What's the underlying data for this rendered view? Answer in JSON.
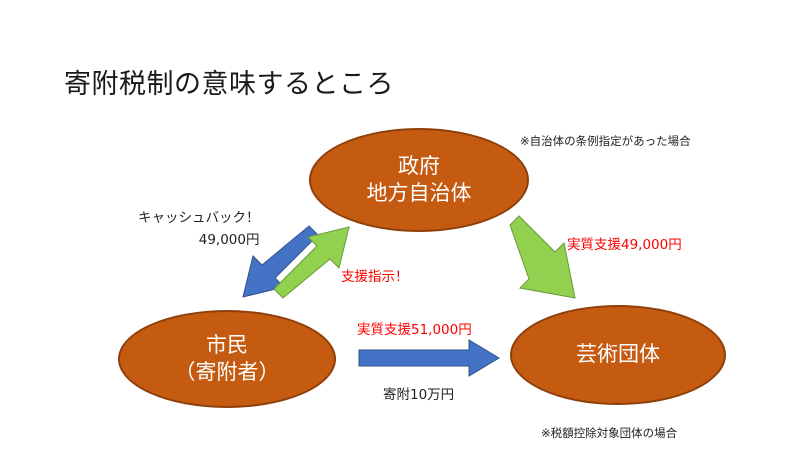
{
  "title": "寄附税制の意味するところ",
  "notes": {
    "top": "※自治体の条例指定があった場合",
    "bottom": "※税額控除対象団体の場合"
  },
  "nodes": {
    "government": [
      "政府",
      "地方自治体"
    ],
    "citizen": [
      "市民",
      "（寄附者）"
    ],
    "arts": "芸術団体"
  },
  "edges": {
    "cashback": {
      "line1": "キャッシュバック！",
      "line2": "49,000円",
      "color": "#4472c4"
    },
    "instruction": {
      "label": "支援指示！",
      "color": "#92d050"
    },
    "support_51000": {
      "label": "実質支援51,000円"
    },
    "donation": {
      "label": "寄附10万円",
      "color": "#4472c4"
    },
    "support_49000": {
      "label": "実質支援49,000円",
      "color": "#92d050"
    }
  }
}
